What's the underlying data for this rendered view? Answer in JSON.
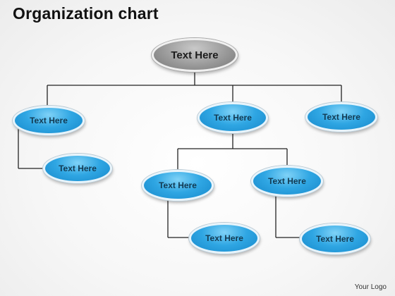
{
  "title": "Organization chart",
  "nodes": {
    "root": "Text Here",
    "left_manager": "Text Here",
    "left_report": "Text Here",
    "middle_manager": "Text Here",
    "middle_left_lead": "Text Here",
    "middle_left_report": "Text Here",
    "middle_right_lead": "Text Here",
    "middle_right_report": "Text Here",
    "right_manager": "Text Here"
  },
  "footer": {
    "logo": "Your Logo"
  },
  "colors": {
    "root_fill": "#9a9a9a",
    "node_fill": "#2fa6e3",
    "connector": "#222222"
  }
}
